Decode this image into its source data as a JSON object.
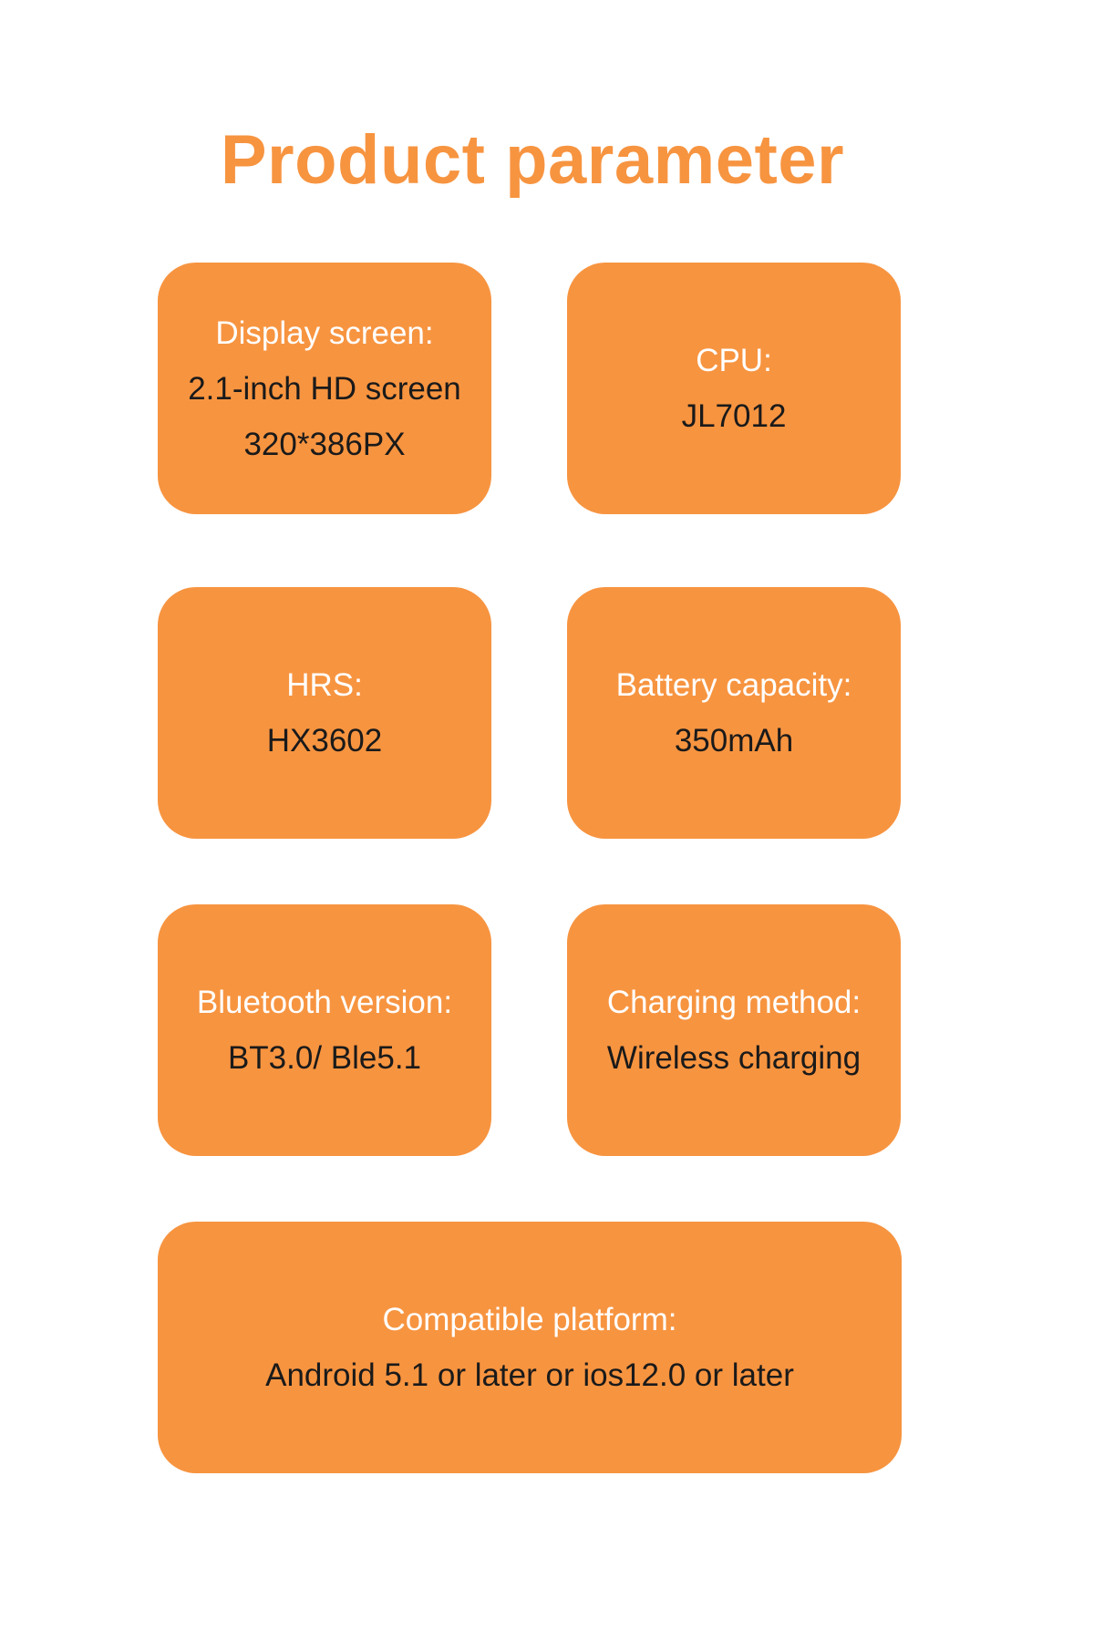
{
  "title": "Product parameter",
  "colors": {
    "accent": "#f79440",
    "label_text": "#ffffff",
    "value_text": "#1a1a1a",
    "background": "#ffffff"
  },
  "params": [
    {
      "label": "Display screen:",
      "values": [
        "2.1-inch HD screen",
        "320*386PX"
      ]
    },
    {
      "label": "CPU:",
      "values": [
        "JL7012"
      ]
    },
    {
      "label": "HRS:",
      "values": [
        "HX3602"
      ]
    },
    {
      "label": "Battery capacity:",
      "values": [
        "350mAh"
      ]
    },
    {
      "label": "Bluetooth version:",
      "values": [
        "BT3.0/ Ble5.1"
      ]
    },
    {
      "label": "Charging method:",
      "values": [
        "Wireless charging"
      ]
    },
    {
      "label": "Compatible platform:",
      "values": [
        "Android 5.1 or later or ios12.0 or later"
      ]
    }
  ]
}
